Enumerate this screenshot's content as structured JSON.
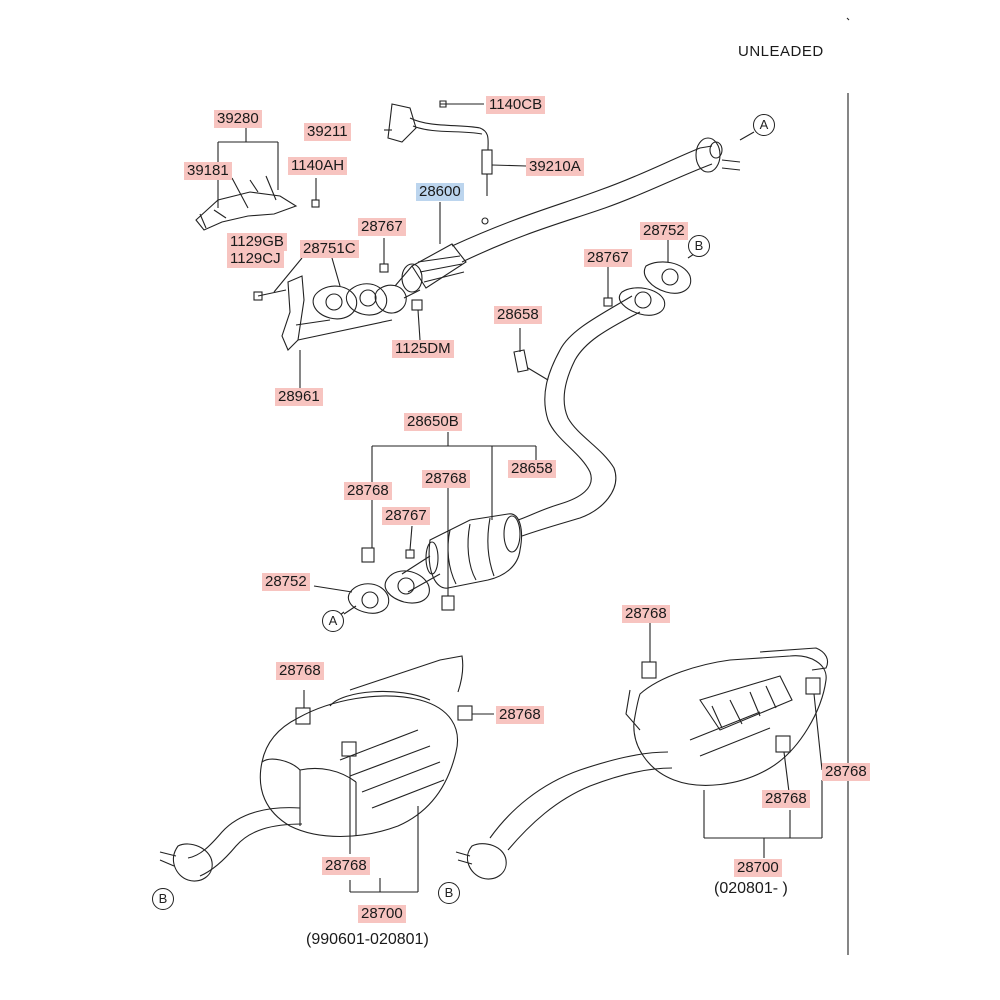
{
  "header": {
    "fuel": "UNLEADED"
  },
  "parts": {
    "p39280": "39280",
    "p39211": "39211",
    "p1140CB": "1140CB",
    "p39181": "39181",
    "p1140AH": "1140AH",
    "p39210A": "39210A",
    "p28600": "28600",
    "p28767a": "28767",
    "p1129GB": "1129GB",
    "p1129CJ": "1129CJ",
    "p28751C": "28751C",
    "p28752a": "28752",
    "p28767b": "28767",
    "p1125DM": "1125DM",
    "p28658a": "28658",
    "p28961": "28961",
    "p28650B": "28650B",
    "p28658b": "28658",
    "p28768a": "28768",
    "p28768b": "28768",
    "p28767c": "28767",
    "p28752b": "28752",
    "p28768c": "28768",
    "p28768d": "28768",
    "p28768e": "28768",
    "p28768f": "28768",
    "p28768g": "28768",
    "p28700a": "28700",
    "p28700b": "28700"
  },
  "dates": {
    "early": "(990601-020801)",
    "late": "(020801- )"
  },
  "callouts": {
    "a1": "A",
    "a2": "A",
    "b1": "B",
    "b2": "B",
    "b3": "B"
  },
  "colors": {
    "part_label_bg": "#f7c4c0",
    "highlight_label_bg": "#bcd5ee",
    "line": "#222222"
  }
}
